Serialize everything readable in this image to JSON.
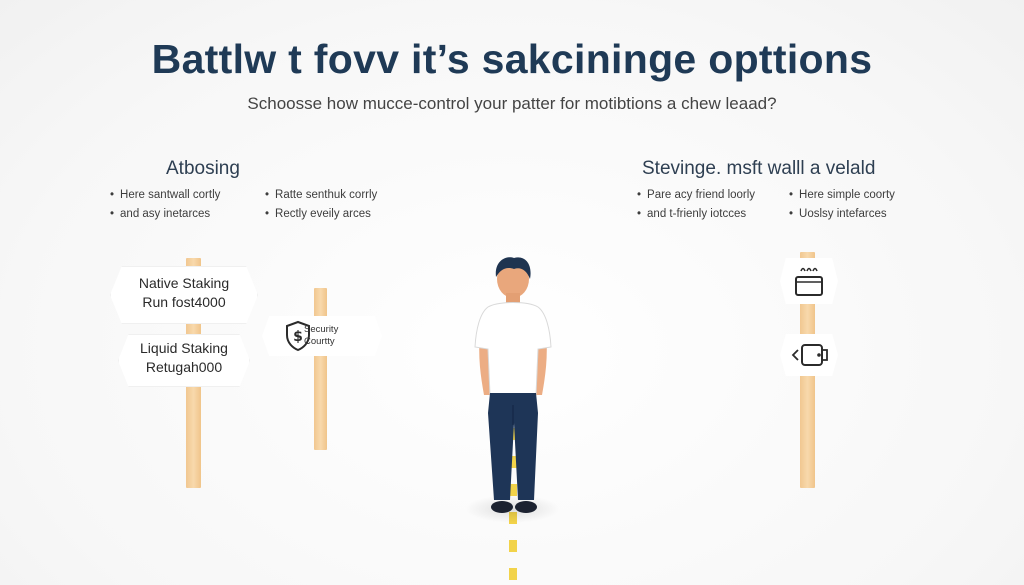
{
  "title": "Battlw t fovv it’s sakcininge opttions",
  "subtitle": "Schoosse how mucce-control your patter for motibtions a chew leaad?",
  "left": {
    "heading": "Atbosing",
    "bullets_col1": [
      "Here santwall cortly",
      "and asy inetarces"
    ],
    "bullets_col2": [
      "Ratte senthuk corrly",
      "Rectly eveily arces"
    ],
    "sign1": {
      "line1": "Native Staking",
      "line2": "Run fost4000"
    },
    "sign2": {
      "line1": "Liquid Staking",
      "line2": "Retugah000"
    },
    "security_sign": {
      "line1": "Security",
      "line2": "Courtty",
      "icon": "shield-dollar-icon"
    }
  },
  "right": {
    "heading": "Stevinge. msft walll a velald",
    "bullets_col1": [
      "Pare acy friend loorly",
      "and t-frienly iotcces"
    ],
    "bullets_col2": [
      "Here simple coorty",
      "Uoslsy intefarces"
    ],
    "icon_top": "box-icon",
    "icon_bottom": "wallet-icon"
  },
  "figure": "person-standing",
  "colors": {
    "title": "#1f3a56",
    "post": "#f3cd96",
    "road_line": "#f2d34a",
    "shirt": "#ffffff",
    "jeans": "#1e3557"
  }
}
